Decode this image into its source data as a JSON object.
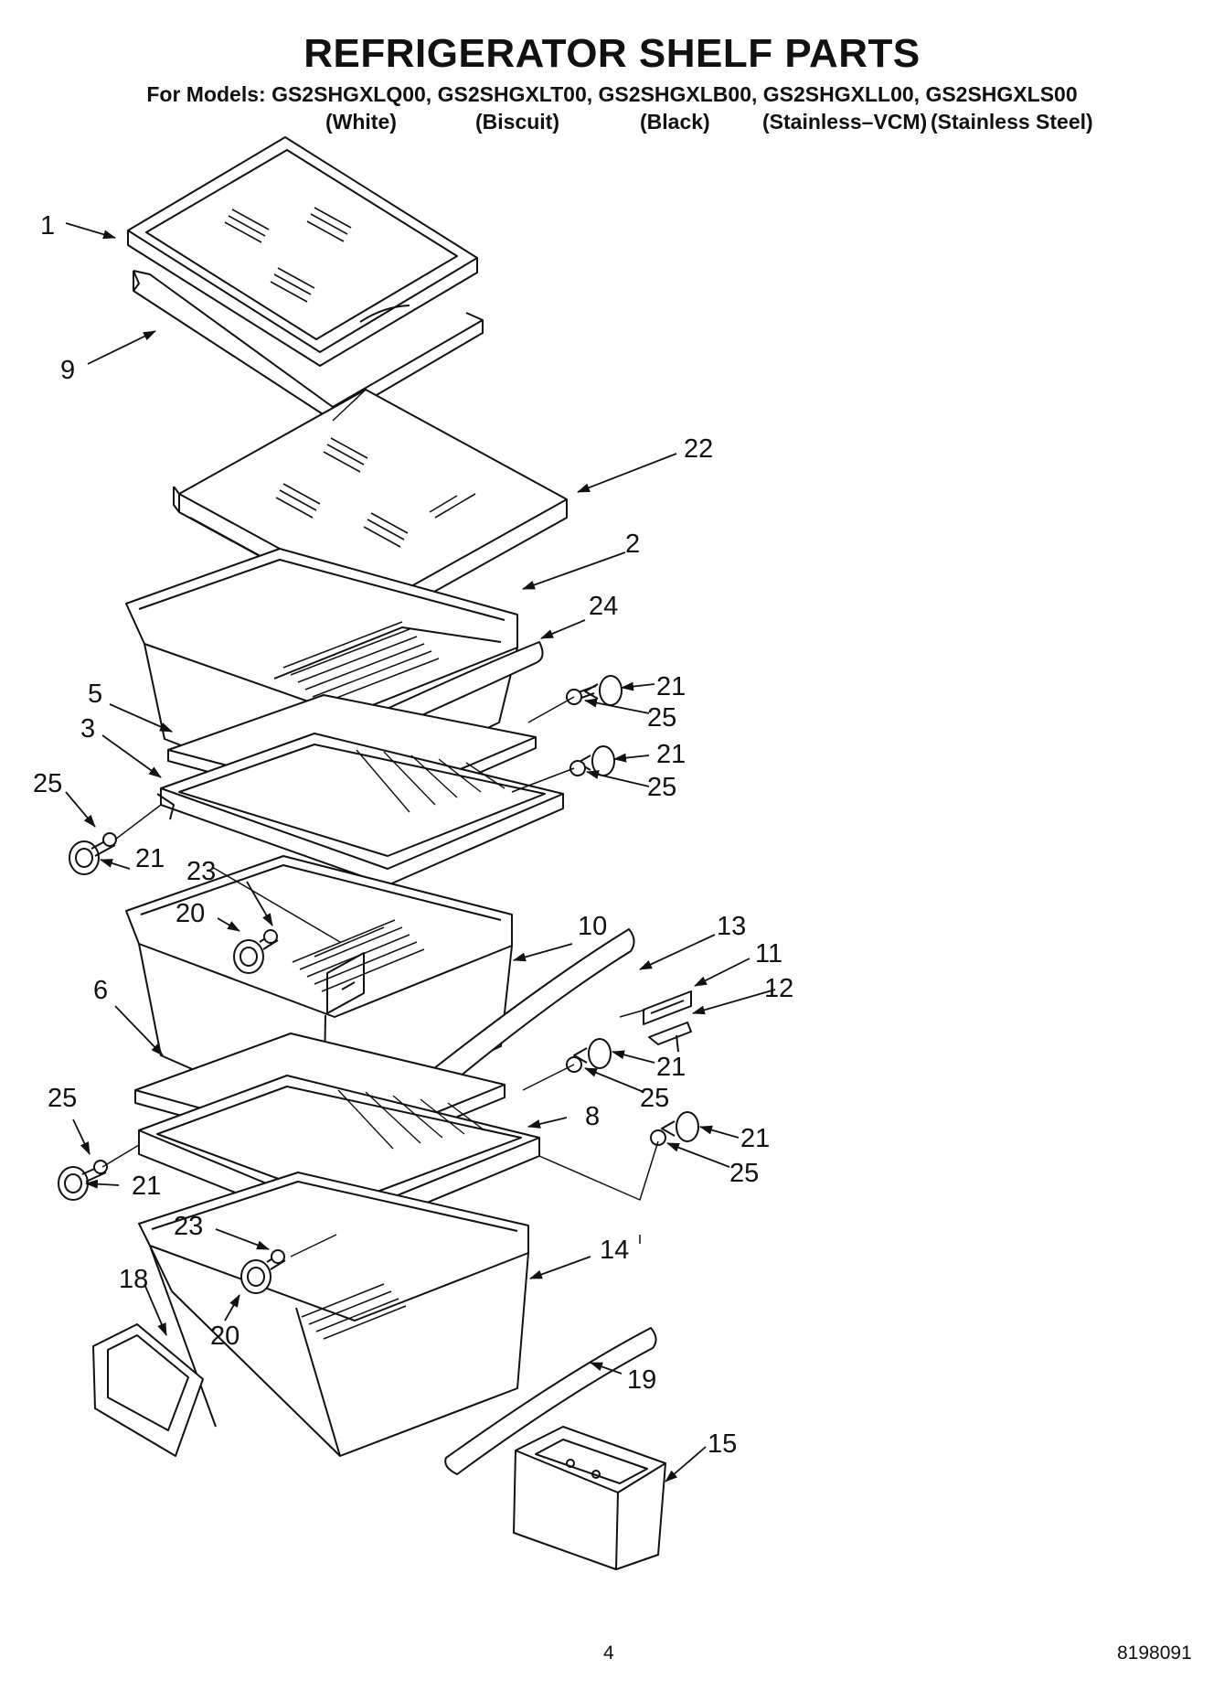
{
  "header": {
    "title": "REFRIGERATOR SHELF PARTS",
    "models_line": "For Models: GS2SHGXLQ00, GS2SHGXLT00, GS2SHGXLB00, GS2SHGXLL00, GS2SHGXLS00",
    "variants": [
      "(White)",
      "(Biscuit)",
      "(Black)",
      "(Stainless–VCM)",
      "(Stainless Steel)"
    ]
  },
  "callouts": {
    "c1": "1",
    "c9": "9",
    "c22": "22",
    "c2": "2",
    "c24": "24",
    "c21a": "21",
    "c25a": "25",
    "c5": "5",
    "c3": "3",
    "c21b": "21",
    "c25b": "25",
    "c25c": "25",
    "c21c": "21",
    "c23a": "23",
    "c20a": "20",
    "c10": "10",
    "c13": "13",
    "c11": "11",
    "c12": "12",
    "c6": "6",
    "c21d": "21",
    "c25d": "25",
    "c8": "8",
    "c21e": "21",
    "c25e": "25",
    "c25f": "25",
    "c21f": "21",
    "c23b": "23",
    "c14": "14",
    "c18": "18",
    "c20b": "20",
    "c19": "19",
    "c15": "15"
  },
  "footer": {
    "page_number": "4",
    "doc_number": "8198091"
  }
}
